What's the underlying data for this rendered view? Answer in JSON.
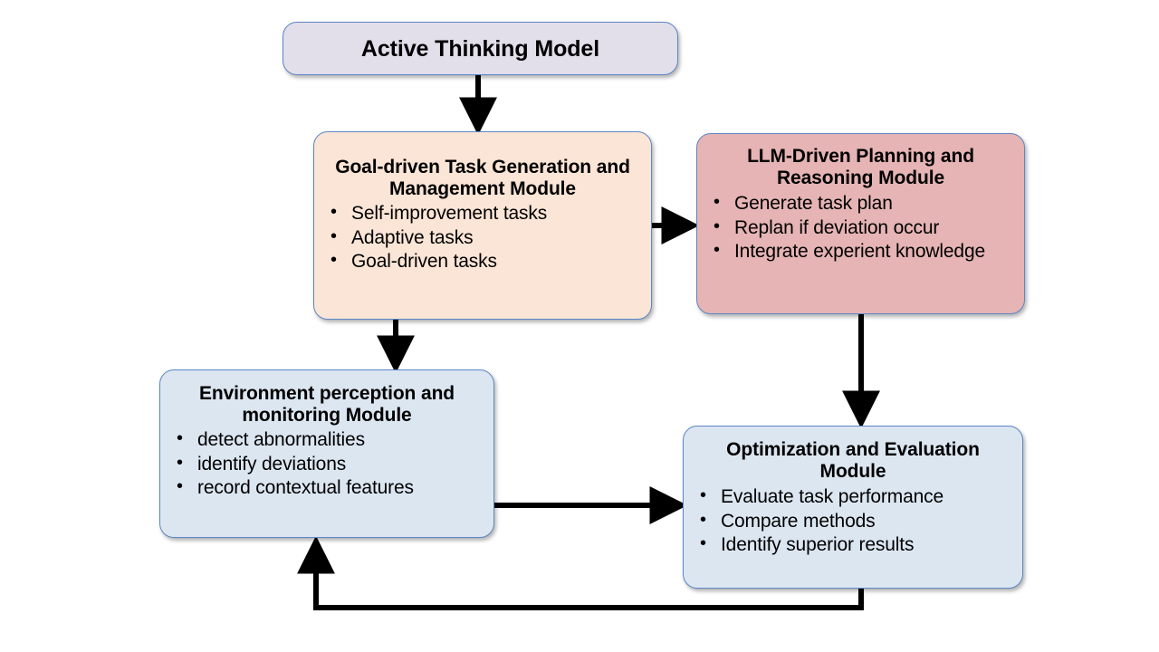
{
  "diagram": {
    "title": "Active Thinking Model architecture flow",
    "colors": {
      "lavender": "#E2DEEA",
      "peach": "#FBE5D6",
      "pink": "#E6B4B4",
      "light_blue": "#DCE6F1",
      "border": "#5B87C5",
      "arrow": "#000000",
      "background": "#FFFFFF"
    },
    "nodes": {
      "active_thinking_model": {
        "title": "Active Thinking Model",
        "items": []
      },
      "goal_driven": {
        "title": "Goal-driven Task Generation and Management Module",
        "items": [
          "Self-improvement tasks",
          "Adaptive tasks",
          "Goal-driven tasks"
        ]
      },
      "llm_planning": {
        "title": "LLM-Driven Planning and Reasoning Module",
        "items": [
          "Generate task plan",
          "Replan if deviation occur",
          "Integrate experient knowledge"
        ]
      },
      "environment_perception": {
        "title": "Environment perception and monitoring Module",
        "items": [
          "detect abnormalities",
          "identify deviations",
          "record contextual features"
        ]
      },
      "optimization_evaluation": {
        "title": "Optimization and Evaluation Module",
        "items": [
          "Evaluate task performance",
          "Compare methods",
          "Identify superior results"
        ]
      }
    },
    "connectors": [
      {
        "id": "active-to-goal",
        "from": "active_thinking_model",
        "to": "goal_driven",
        "direction": "down"
      },
      {
        "id": "goal-to-llm",
        "from": "goal_driven",
        "to": "llm_planning",
        "direction": "right"
      },
      {
        "id": "goal-to-environment",
        "from": "goal_driven",
        "to": "environment_perception",
        "direction": "down"
      },
      {
        "id": "llm-to-optimization",
        "from": "llm_planning",
        "to": "optimization_evaluation",
        "direction": "down"
      },
      {
        "id": "environment-to-optimization",
        "from": "environment_perception",
        "to": "optimization_evaluation",
        "direction": "right"
      },
      {
        "id": "optimization-to-environment-feedback",
        "from": "optimization_evaluation",
        "to": "environment_perception",
        "direction": "loop-up"
      }
    ]
  }
}
